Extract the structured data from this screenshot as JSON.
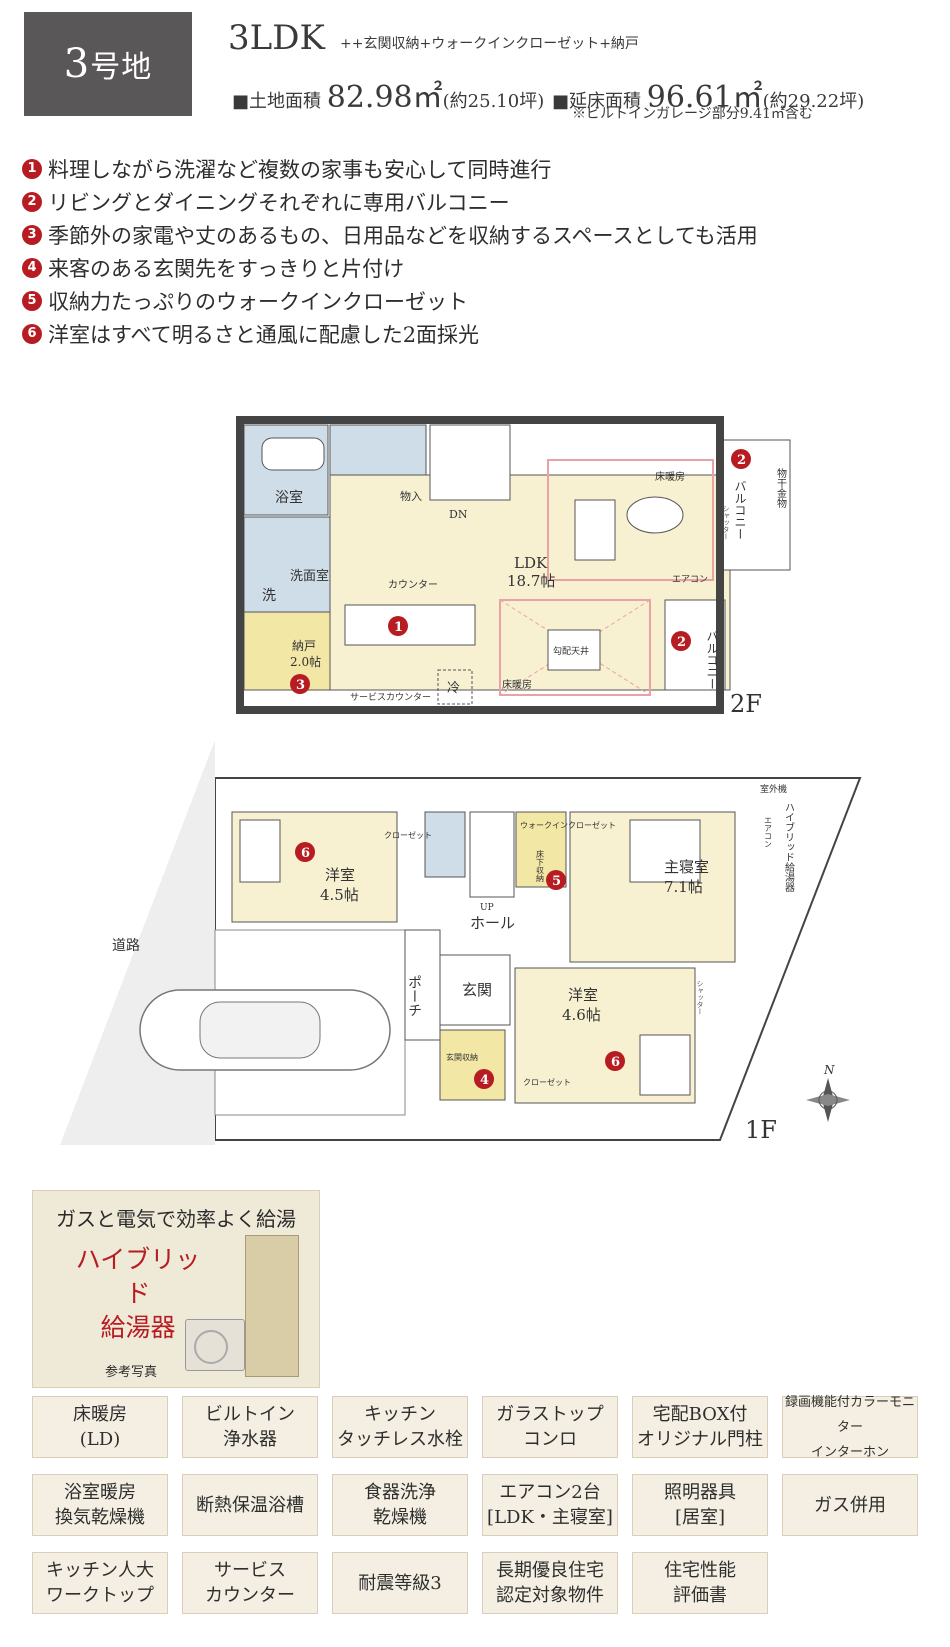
{
  "header": {
    "lot_number": "3",
    "lot_suffix": "号地",
    "layout": "3LDK",
    "options": "++玄関収納+ウォークインクローゼット+納戸",
    "land_area_label": "■土地面積",
    "land_area_value": "82.98㎡",
    "land_area_tsubo": "(約25.10坪)",
    "floor_area_label": "■延床面積",
    "floor_area_value": "96.61㎡",
    "floor_area_tsubo": "(約29.22坪)",
    "note": "※ビルトインガレージ部分9.41㎡含む"
  },
  "features": [
    {
      "num": "1",
      "text": "料理しながら洗濯など複数の家事も安心して同時進行"
    },
    {
      "num": "2",
      "text": "リビングとダイニングそれぞれに専用バルコニー"
    },
    {
      "num": "3",
      "text": "季節外の家電や丈のあるもの、日用品などを収納するスペースとしても活用"
    },
    {
      "num": "4",
      "text": "来客のある玄関先をすっきりと片付け"
    },
    {
      "num": "5",
      "text": "収納力たっぷりのウォークインクローゼット"
    },
    {
      "num": "6",
      "text": "洋室はすべて明るさと通風に配慮した2面採光"
    }
  ],
  "floor2": {
    "floor_label": "2F",
    "bath": "浴室",
    "storage": "物入",
    "down": "DN",
    "ldk": "LDK",
    "ldk_size": "18.7帖",
    "floor_heating": "床暖房",
    "washroom": "洗面室",
    "counter": "カウンター",
    "washer": "洗",
    "nando": "納戸",
    "nando_size": "2.0帖",
    "service_counter": "サービスカウンター",
    "fridge": "冷",
    "sloped_ceiling": "勾配天井",
    "aircon": "エアコン",
    "balcony": "バルコニー",
    "drying_rack": "物干金物",
    "shutter": "シャッター"
  },
  "floor1": {
    "floor_label": "1F",
    "road": "道路",
    "western_room_a": "洋室",
    "western_room_a_size": "4.5帖",
    "closet": "クローゼット",
    "walkin_closet": "ウォークインクローゼット",
    "underfloor_storage": "床下収納",
    "master_bedroom": "主寝室",
    "master_bedroom_size": "7.1帖",
    "hall": "ホール",
    "up": "UP",
    "entrance": "玄関",
    "porch": "ポーチ",
    "western_room_b": "洋室",
    "western_room_b_size": "4.6帖",
    "entrance_storage": "玄関収納",
    "outdoor_unit": "室外機",
    "hybrid_heater": "ハイブリッド給湯器",
    "aircon": "エアコン",
    "shutter": "シャッター",
    "north": "N"
  },
  "promo": {
    "headline": "ガスと電気で効率よく給湯",
    "product_line1": "ハイブリッド",
    "product_line2": "給湯器",
    "caption": "参考写真"
  },
  "equipment": [
    {
      "label": "床暖房\n(LD)"
    },
    {
      "label": "ビルトイン\n浄水器"
    },
    {
      "label": "キッチン\nタッチレス水栓"
    },
    {
      "label": "ガラストップ\nコンロ"
    },
    {
      "label": "宅配BOX付\nオリジナル門柱"
    },
    {
      "label": "録画機能付カラーモニター\nインターホン"
    },
    {
      "label": "浴室暖房\n換気乾燥機"
    },
    {
      "label": "断熱保温浴槽"
    },
    {
      "label": "食器洗浄\n乾燥機"
    },
    {
      "label": "エアコン2台\n[LDK・主寝室]"
    },
    {
      "label": "照明器具\n[居室]"
    },
    {
      "label": "ガス併用"
    },
    {
      "label": "キッチン人大\nワークトップ"
    },
    {
      "label": "サービス\nカウンター"
    },
    {
      "label": "耐震等級3"
    },
    {
      "label": "長期優良住宅\n認定対象物件"
    },
    {
      "label": "住宅性能\n評価書"
    }
  ],
  "colors": {
    "badge_bg": "#595757",
    "marker_red": "#b71c23",
    "room_yellow": "#f7f1d2",
    "wet_blue": "#cfdde8",
    "tag_bg": "#f4efe2",
    "floor_heating_pink": "#e9a2a6"
  }
}
